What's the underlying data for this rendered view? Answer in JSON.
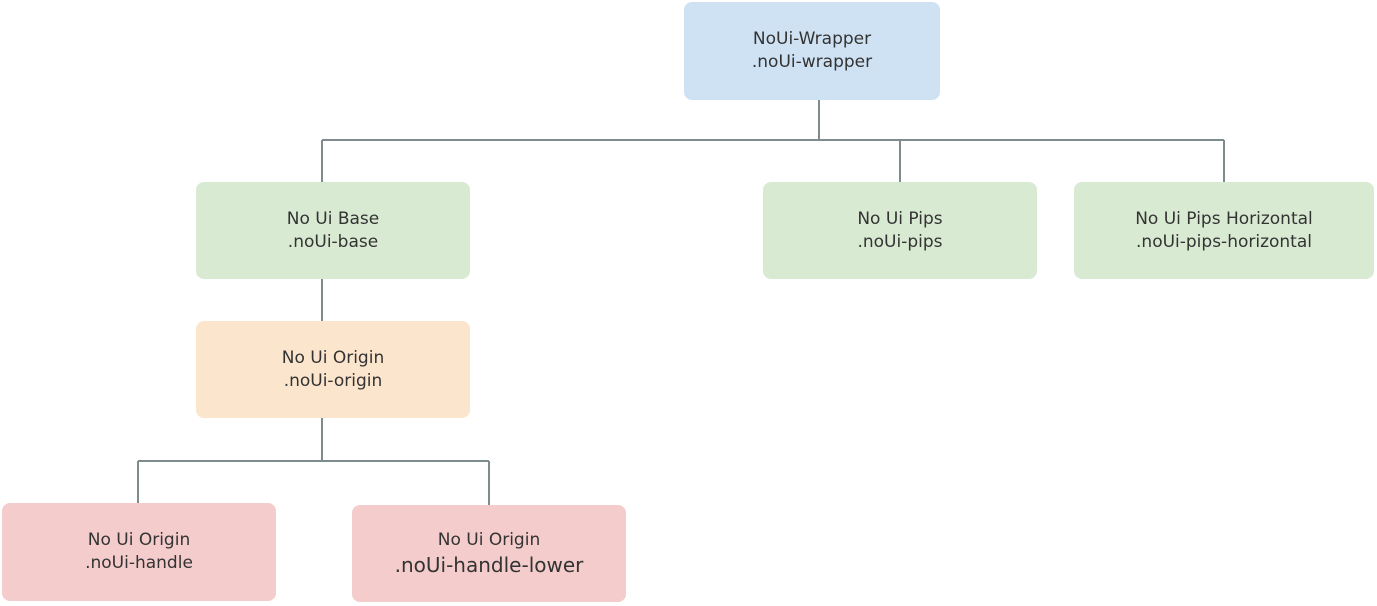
{
  "nodes": {
    "wrapper": {
      "title": "NoUi-Wrapper",
      "class_name": ".noUi-wrapper"
    },
    "base": {
      "title": "No Ui Base",
      "class_name": ".noUi-base"
    },
    "pips": {
      "title": "No Ui Pips",
      "class_name": ".noUi-pips"
    },
    "pips_horizontal": {
      "title": "No Ui Pips Horizontal",
      "class_name": ".noUi-pips-horizontal"
    },
    "origin": {
      "title": "No Ui Origin",
      "class_name": ".noUi-origin"
    },
    "handle": {
      "title": "No Ui Origin",
      "class_name": ".noUi-handle"
    },
    "handle_lower": {
      "title": "No Ui Origin",
      "class_name": ".noUi-handle-lower"
    }
  },
  "colors": {
    "root": "#cfe2f3",
    "level1": "#d9ead3",
    "origin": "#fce5cd",
    "handles": "#f4cccc",
    "connector": "#7f8c8d"
  }
}
